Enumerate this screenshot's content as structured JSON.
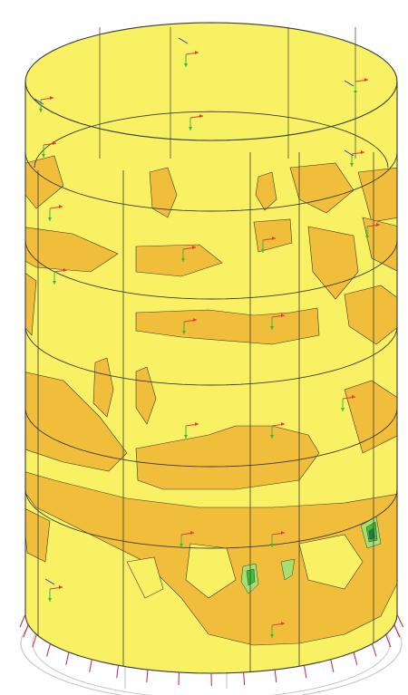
{
  "viewport": {
    "background": "#ffffff"
  },
  "model": {
    "shape": "cylindrical-tank-shell",
    "view": "isometric",
    "result_display": "contour-plot",
    "horizontal_bands": 5,
    "vertical_panel_lines": 5
  },
  "contour_colors": {
    "light_yellow": "#f8f163",
    "orange_yellow": "#f1be3c",
    "light_green": "#a8e070",
    "green": "#3fbf3f",
    "dark_green": "#1f7d4a",
    "edge_line": "#3a3a3a",
    "support_circle": "#c8c8c8"
  },
  "axis_triad_colors": {
    "x_axis": "#e23a3a",
    "y_axis": "#3db83d",
    "z_axis": "#2f3fd6",
    "support_spike": "#c0204a"
  },
  "icons": {
    "local_axis": "xyz-triad-icon",
    "support": "support-spike-icon"
  }
}
